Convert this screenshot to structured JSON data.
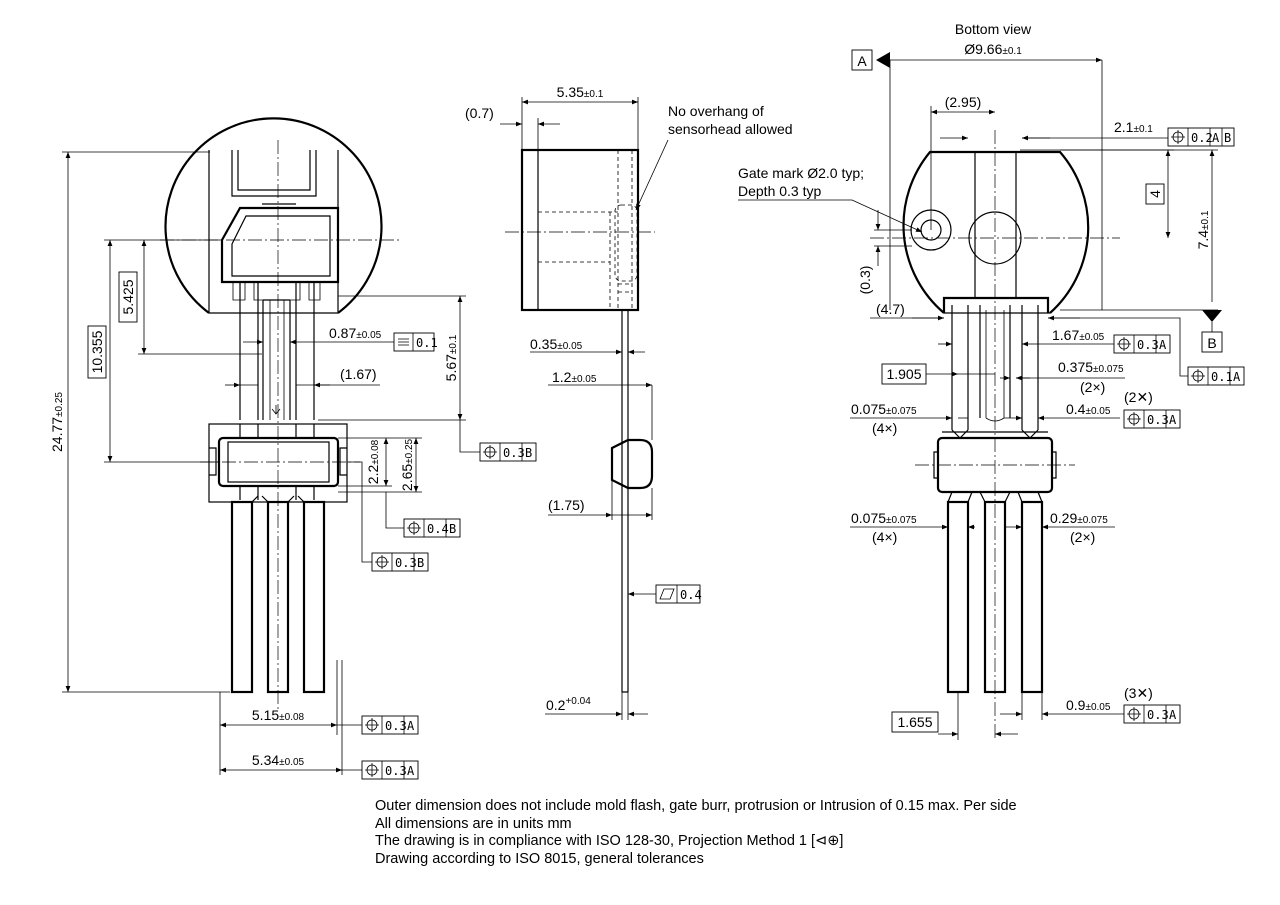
{
  "views": {
    "bottom_view_title": "Bottom view"
  },
  "dimensions": {
    "overall_length": "24.77",
    "overall_length_tol": "±0.25",
    "d_10355": "10.355",
    "d_5425": "5.425",
    "d_087": "0.87",
    "d_087_tol": "±0.05",
    "d_167_ref": "(1.67)",
    "d_567": "5.67",
    "d_567_tol": "±0.1",
    "d_22": "2.2",
    "d_22_tol": "±0.08",
    "d_265": "2.65",
    "d_265_tol": "±0.25",
    "d_515": "5.15",
    "d_515_tol": "±0.08",
    "d_534": "5.34",
    "d_534_tol": "±0.05",
    "d_07_ref": "(0.7)",
    "d_535": "5.35",
    "d_535_tol": "±0.1",
    "d_035": "0.35",
    "d_035_tol": "±0.05",
    "d_12": "1.2",
    "d_12_tol": "±0.05",
    "d_175_ref": "(1.75)",
    "d_02": "0.2",
    "d_02_tol": "+0.04",
    "d_966": "Ø9.66",
    "d_966_tol": "±0.1",
    "d_295_ref": "(2.95)",
    "d_21": "2.1",
    "d_21_tol": "±0.1",
    "d_4_basic": "4",
    "d_74": "7.4",
    "d_74_tol": "±0.1",
    "d_03_ref": "(0.3)",
    "d_47_ref": "(4.7)",
    "d_167b": "1.67",
    "d_167b_tol": "±0.05",
    "d_1905": "1.905",
    "d_0375": "0.375",
    "d_0375_tol": "±0.075",
    "count_2x": "(2×)",
    "count_2x_sym": "(2✕)",
    "count_3x_sym": "(3✕)",
    "count_4x": "(4×)",
    "d_0075": "0.075",
    "d_0075_tol": "±0.075",
    "d_04": "0.4",
    "d_04_tol": "±0.05",
    "d_029": "0.29",
    "d_029_tol": "±0.075",
    "d_09": "0.9",
    "d_09_tol": "±0.05",
    "d_1655": "1.655"
  },
  "labels": {
    "no_overhang_line1": "No overhang of",
    "no_overhang_line2": "sensorhead allowed",
    "gate_mark_line1": "Gate mark Ø2.0 typ;",
    "gate_mark_line2": "Depth 0.3 typ",
    "datum_a": "A",
    "datum_b": "B"
  },
  "tolerance_frames": {
    "flat_01": "0.1",
    "pos_03b": "0.3",
    "ref_b": "B",
    "pos_04b": "0.4",
    "pos_03a": "0.3",
    "ref_a": "A",
    "flat_04": "0.4",
    "pos_02ab": "0.2",
    "ref_ab": "A|B",
    "pos_01a": "0.1"
  },
  "notes": [
    "Outer dimension does not include mold flash, gate burr, protrusion or Intrusion of 0.15 max. Per side",
    "All dimensions are in units mm",
    "The drawing is in compliance with ISO 128-30, Projection Method 1 [⊲⊕]",
    "Drawing according to ISO 8015, general tolerances"
  ]
}
